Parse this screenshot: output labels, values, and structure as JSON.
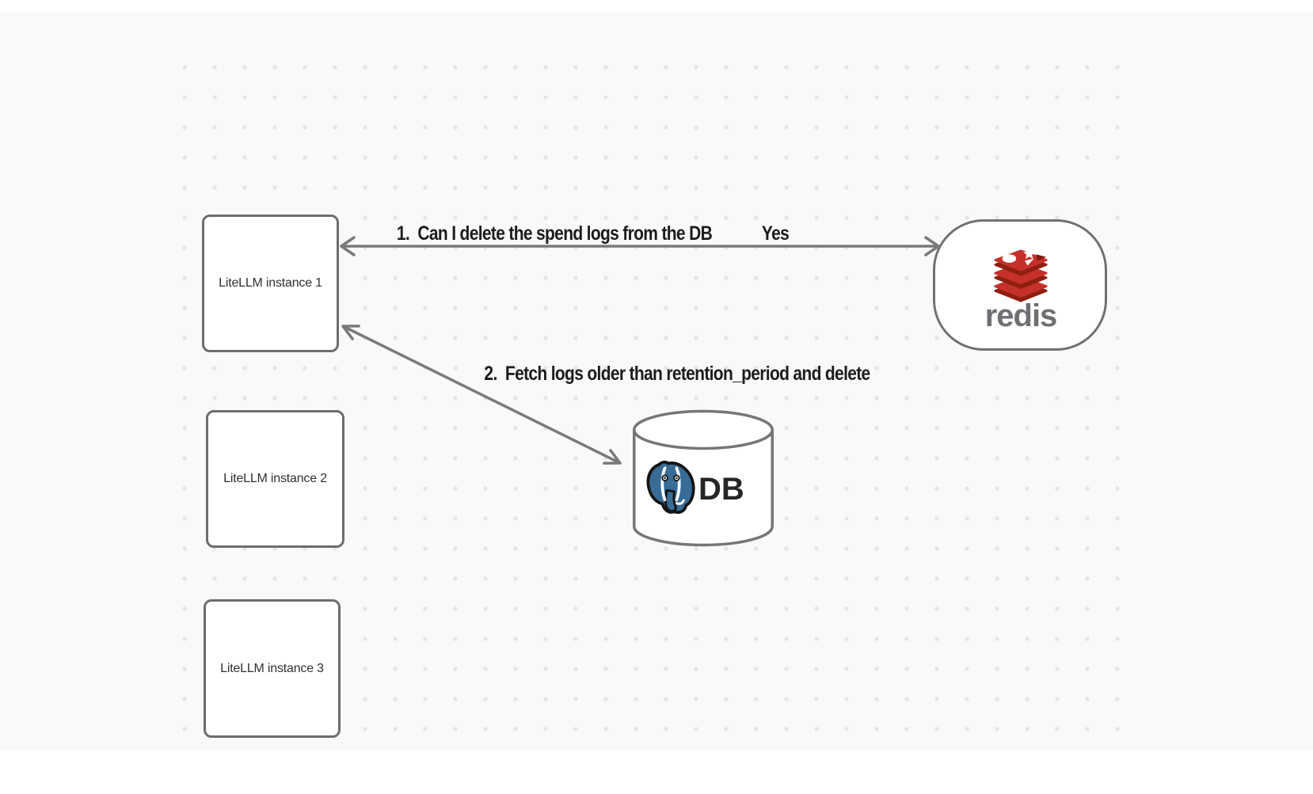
{
  "canvas": {
    "background": "#f8f9f9",
    "dot_color": "#e5e5e6"
  },
  "nodes": {
    "instances": [
      {
        "label": "LiteLLM instance 1"
      },
      {
        "label": "LiteLLM instance 2"
      },
      {
        "label": "LiteLLM instance 3"
      }
    ],
    "redis": {
      "label": "redis",
      "icon": "redis-stack-logo",
      "brand_red": "#c6302b",
      "brand_red_dark": "#8e1f10",
      "wordmark_color": "#6d6f72"
    },
    "db": {
      "label": "DB",
      "icon": "postgresql-elephant-logo",
      "postgres_blue": "#386c96"
    }
  },
  "arrows": {
    "color": "#7a7a7a",
    "arrow1": {
      "label": "1.  Can I delete the spend logs from the DB",
      "answer": "Yes",
      "from": "LiteLLM instance 1",
      "to": "redis",
      "direction": "bidirectional"
    },
    "arrow2": {
      "label": "2.  Fetch logs older than retention_period and delete",
      "from": "LiteLLM instance 1",
      "to": "DB",
      "direction": "bidirectional"
    }
  }
}
